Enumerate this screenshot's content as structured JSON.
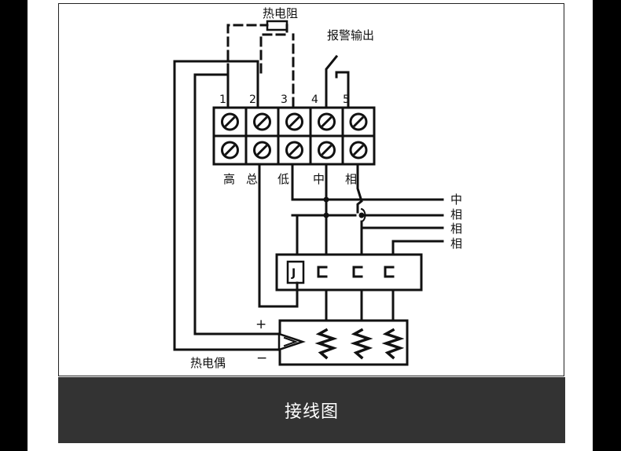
{
  "diagram": {
    "labels": {
      "rtd": "热电阻",
      "alarm_output": "报警输出",
      "thermocouple": "热电偶",
      "plus": "+",
      "minus": "−"
    },
    "terminal_numbers": [
      "1",
      "2",
      "3",
      "4",
      "5"
    ],
    "terminal_labels": [
      "高",
      "总",
      "低",
      "中",
      "相"
    ],
    "line_labels": [
      "中",
      "相",
      "相",
      "相"
    ],
    "relay_label": "J"
  },
  "caption": {
    "text": "接线图"
  },
  "colors": {
    "background": "#000000",
    "caption_bar": "#333333",
    "line": "#111111"
  }
}
